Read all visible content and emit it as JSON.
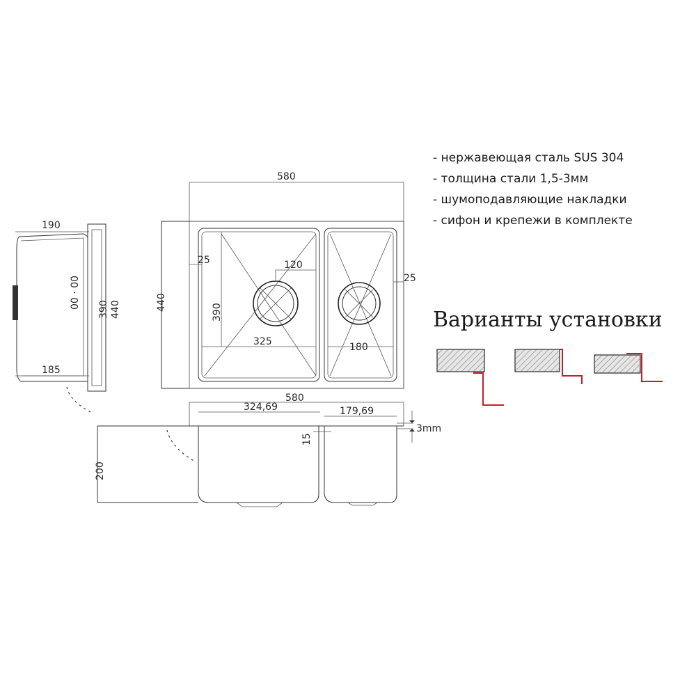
{
  "features": {
    "items": [
      "- нержавеющая сталь SUS 304",
      "- толщина стали 1,5-3мм",
      "- шумоподавляющие накладки",
      "- сифон и крепежи в комплекте"
    ]
  },
  "installation": {
    "title": "Варианты установки",
    "variant_count": 3,
    "accent_color": "#c0202a"
  },
  "dimensions": {
    "top_width": "580",
    "top_depth": "440",
    "bowl_depth": "390",
    "big_bowl_width": "325",
    "small_bowl_width": "180",
    "drain_offset": "120",
    "margin_left": "25",
    "margin_right": "25",
    "side_width": "190",
    "side_depth_total": "440",
    "side_depth_bowl": "390",
    "side_bottom": "185",
    "front_width": "580",
    "front_big_bowl": "324,69",
    "front_small_bowl": "179,69",
    "front_height": "200",
    "rim_thickness": "3mm",
    "divider": "15"
  }
}
